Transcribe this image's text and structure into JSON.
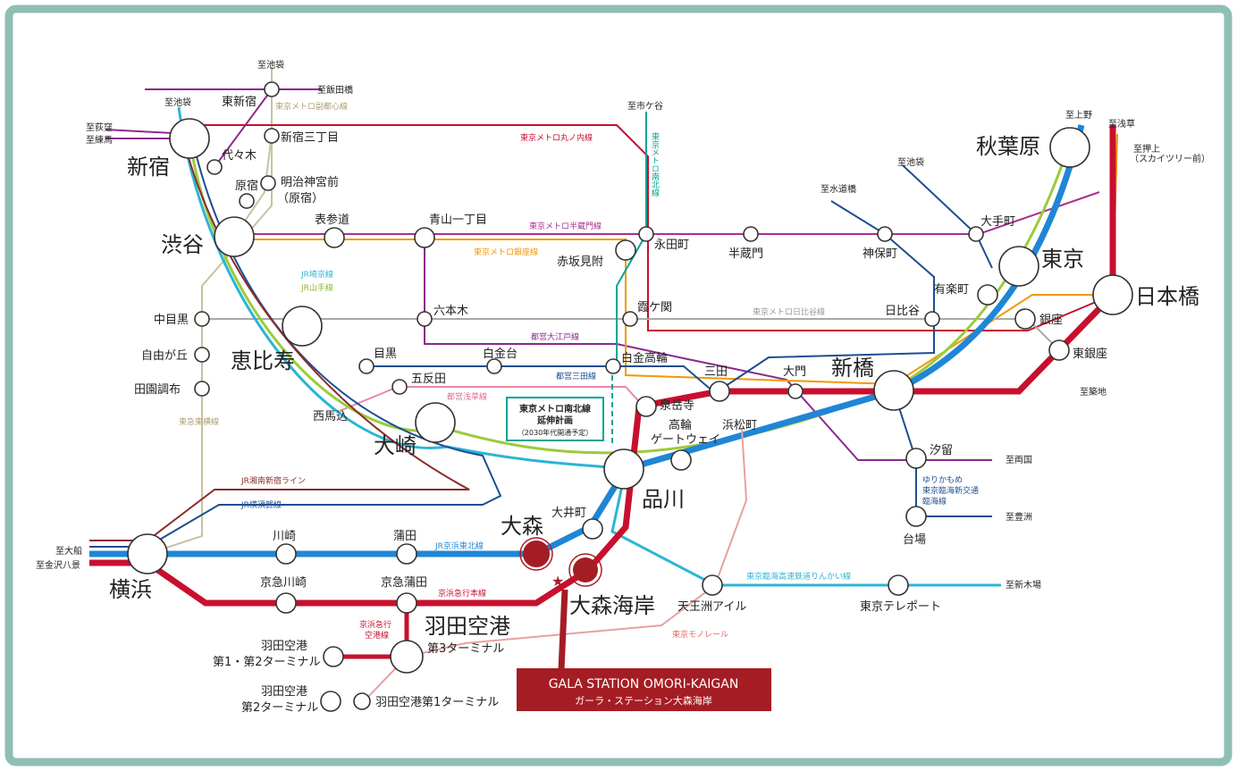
{
  "stations": {
    "shinjuku": "新宿",
    "shibuya": "渋谷",
    "ebisu": "恵比寿",
    "osaki": "大崎",
    "shinagawa": "品川",
    "omori": "大森",
    "omori_kaigan": "大森海岸",
    "yokohama": "横浜",
    "haneda_airport": "羽田空港",
    "haneda_t3": "第3ターミナル",
    "akihabara": "秋葉原",
    "tokyo": "東京",
    "nihonbashi": "日本橋",
    "shimbashi": "新橋",
    "higashi_shinjuku": "東新宿",
    "shinjuku_sanchome": "新宿三丁目",
    "yoyogi": "代々木",
    "harajuku": "原宿",
    "meiji_jingumae": "明治神宮前",
    "meiji_jingumae_sub": "（原宿）",
    "omotesando": "表参道",
    "aoyama_itchome": "青山一丁目",
    "nagatacho": "永田町",
    "hanzomon": "半蔵門",
    "jimbocho": "神保町",
    "otemachi": "大手町",
    "yurakucho": "有楽町",
    "ginza": "銀座",
    "higashi_ginza": "東銀座",
    "akasaka_mitsuke": "赤坂見附",
    "kasumigaseki": "霞ケ関",
    "hibiya": "日比谷",
    "roppongi": "六本木",
    "meguro": "目黒",
    "shirokanedai": "白金台",
    "shirokane_takanawa": "白金高輪",
    "gotanda": "五反田",
    "nishi_magome": "西馬込",
    "mita": "三田",
    "daimon": "大門",
    "sengakuji": "泉岳寺",
    "takanawa_gateway_1": "高輪",
    "takanawa_gateway_2": "ゲートウェイ",
    "hamamatsucho": "浜松町",
    "shiodome": "汐留",
    "daiba": "台場",
    "naka_meguro": "中目黒",
    "jiyugaoka": "自由が丘",
    "denenchofu": "田園調布",
    "kawasaki": "川崎",
    "kamata": "蒲田",
    "keikyu_kawasaki": "京急川崎",
    "keikyu_kamata": "京急蒲田",
    "oimachi": "大井町",
    "tennozu_isle": "天王洲アイル",
    "tokyo_teleport": "東京テレポート",
    "haneda_t12_1": "羽田空港",
    "haneda_t12_2": "第1・第2ターミナル",
    "haneda_t2_1": "羽田空港",
    "haneda_t2_2": "第2ターミナル",
    "haneda_t1_monorail": "羽田空港第1ターミナル"
  },
  "directions": {
    "to_ikebukuro_top": "至池袋",
    "to_iidabashi": "至飯田橋",
    "to_ikebukuro_left": "至池袋",
    "to_ogikubo": "至荻窪",
    "to_nerima": "至練馬",
    "to_ichigaya": "至市ケ谷",
    "to_ueno": "至上野",
    "to_asakusa": "至浅草",
    "to_oshiage_1": "至押上",
    "to_oshiage_2": "（スカイツリー前）",
    "to_ikebukuro_right": "至池袋",
    "to_suidobashi": "至水道橋",
    "to_tsukiji": "至築地",
    "to_ryogoku": "至両国",
    "to_toyosu": "至豊洲",
    "to_shinkiba": "至新木場",
    "to_ofuna": "至大船",
    "to_kanazawa_hakkei": "至金沢八景"
  },
  "lines": {
    "fukutoshin": "東京メトロ副都心線",
    "marunouchi": "東京メトロ丸ノ内線",
    "namboku_v": "東京メトロ南北線",
    "hanzomon": "東京メトロ半蔵門線",
    "ginza": "東京メトロ銀座線",
    "saikyo": "JR埼京線",
    "yamanote": "JR山手線",
    "hibiya": "東京メトロ日比谷線",
    "oedo": "都営大江戸線",
    "mita": "都営三田線",
    "asakusa": "都営浅草線",
    "toyoko": "東急東横線",
    "shonan_shinjuku": "JR湘南新宿ライン",
    "yokosuka": "JR横須賀線",
    "keihin_tohoku": "JR京浜東北線",
    "keikyu_main": "京浜急行本線",
    "keikyu_airport_1": "京浜急行",
    "keikyu_airport_2": "空港線",
    "rinkai": "東京臨海高速鉄道りんかい線",
    "monorail": "東京モノレール",
    "yurikamome_1": "ゆりかもめ",
    "yurikamome_2": "東京臨海新交通",
    "yurikamome_3": "臨海線"
  },
  "plan_box": {
    "line1": "東京メトロ南北線",
    "line2": "延伸計画",
    "line3": "（2030年代開通予定）"
  },
  "property": {
    "name_en": "GALA STATION OMORI-KAIGAN",
    "name_jp": "ガーラ・ステーション大森海岸"
  },
  "colors": {
    "frame": "#8fbfb3",
    "jr_blue": "#1f86d6",
    "keikyu_red": "#c8102e",
    "yamanote": "#9ccb3b",
    "saikyo": "#2db4d4",
    "marunouchi": "#c8102e",
    "hanzomon": "#8b2a8c",
    "ginza": "#f39800",
    "namboku": "#00a496",
    "property_box": "#a51d24"
  }
}
